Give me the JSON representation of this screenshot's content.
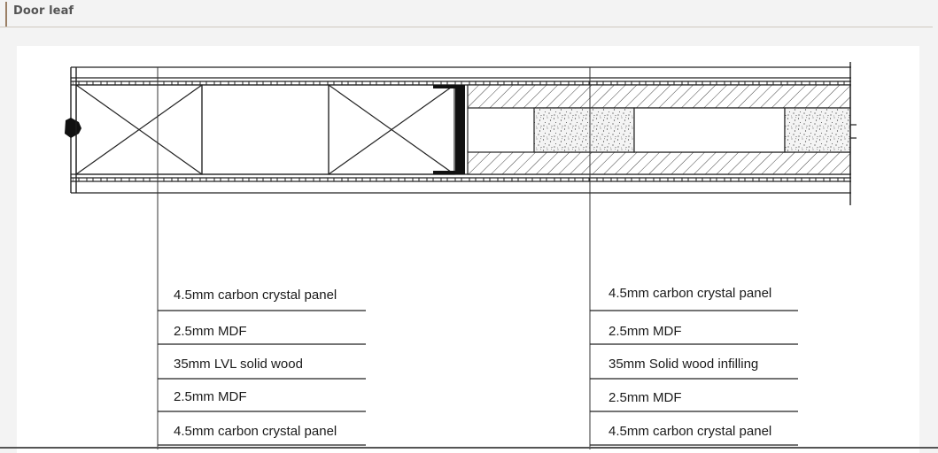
{
  "header": {
    "title": "Door leaf"
  },
  "left_layers": [
    "4.5mm carbon crystal panel",
    "2.5mm MDF",
    "35mm LVL solid wood",
    "2.5mm MDF",
    "4.5mm carbon crystal panel"
  ],
  "right_layers": [
    "4.5mm carbon crystal panel",
    "2.5mm MDF",
    "35mm Solid wood infilling",
    "2.5mm MDF",
    "4.5mm carbon crystal panel"
  ]
}
